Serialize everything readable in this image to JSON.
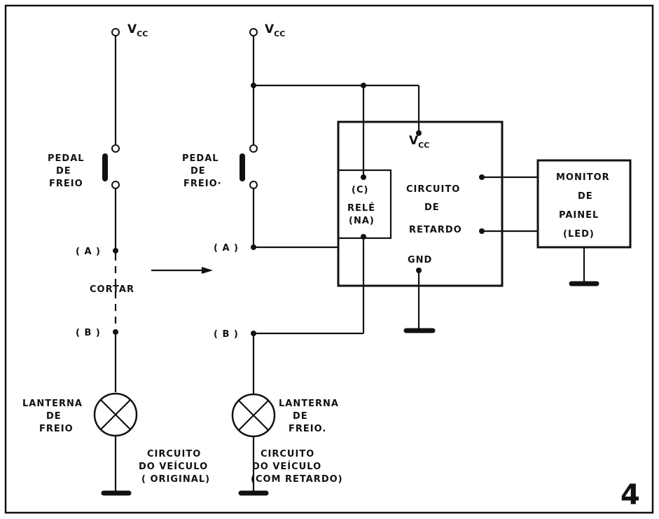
{
  "figure_number": "4",
  "colors": {
    "ink": "#111111",
    "paper": "#ffffff"
  },
  "left_circuit": {
    "vcc": "V",
    "vcc_sub": "CC",
    "pedal_label": [
      "PEDAL",
      "DE",
      "FREIO"
    ],
    "point_a": "( A )",
    "cut_label": "CORTAR",
    "point_b": "( B )",
    "lamp_label": [
      "LANTERNA",
      "DE",
      "FREIO"
    ],
    "caption": [
      "CIRCUITO",
      "DO VEÍCULO",
      "( ORIGINAL)"
    ]
  },
  "right_circuit": {
    "vcc": "V",
    "vcc_sub": "CC",
    "pedal_label": [
      "PEDAL",
      "DE",
      "FREIO·"
    ],
    "point_a": "( A )",
    "point_b": "( B )",
    "lamp_label": [
      "LANTERNA",
      "DE",
      "FREIO."
    ],
    "caption": [
      "CIRCUITO",
      "DO VEÍCULO",
      "(COM RETARDO)"
    ]
  },
  "delay_block": {
    "vcc": "V",
    "vcc_sub": "CC",
    "label": [
      "CIRCUITO",
      "DE",
      "RETARDO"
    ],
    "gnd": "GND"
  },
  "relay": {
    "label": [
      "(C)",
      "RELÉ",
      "(NA)"
    ]
  },
  "monitor": {
    "label": [
      "MONITOR",
      "DE",
      "PAINEL",
      "(LED)"
    ]
  }
}
